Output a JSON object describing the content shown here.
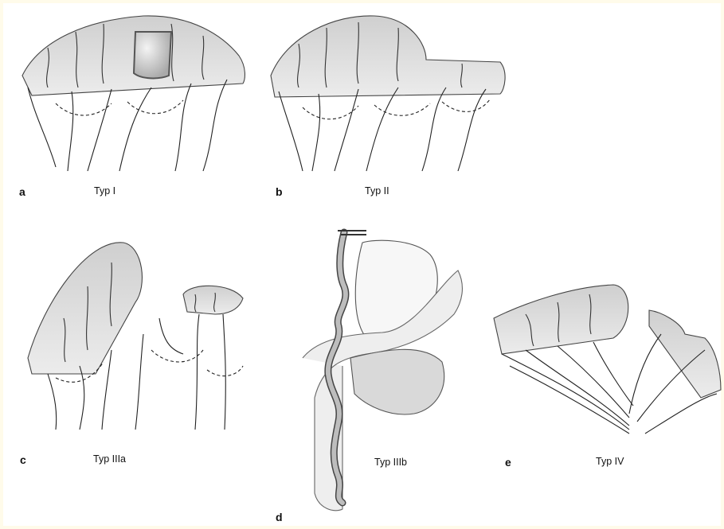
{
  "figure": {
    "panels": [
      {
        "letter": "a",
        "caption": "Typ I"
      },
      {
        "letter": "b",
        "caption": "Typ II"
      },
      {
        "letter": "c",
        "caption": "Typ IIIa"
      },
      {
        "letter": "d",
        "caption": "Typ IIIb"
      },
      {
        "letter": "e",
        "caption": "Typ IV"
      }
    ]
  },
  "colors": {
    "background": "#fffbea",
    "flap_fill": "#e4e4e4",
    "flap_shade": "#d3d3d3",
    "outline": "#333333"
  }
}
